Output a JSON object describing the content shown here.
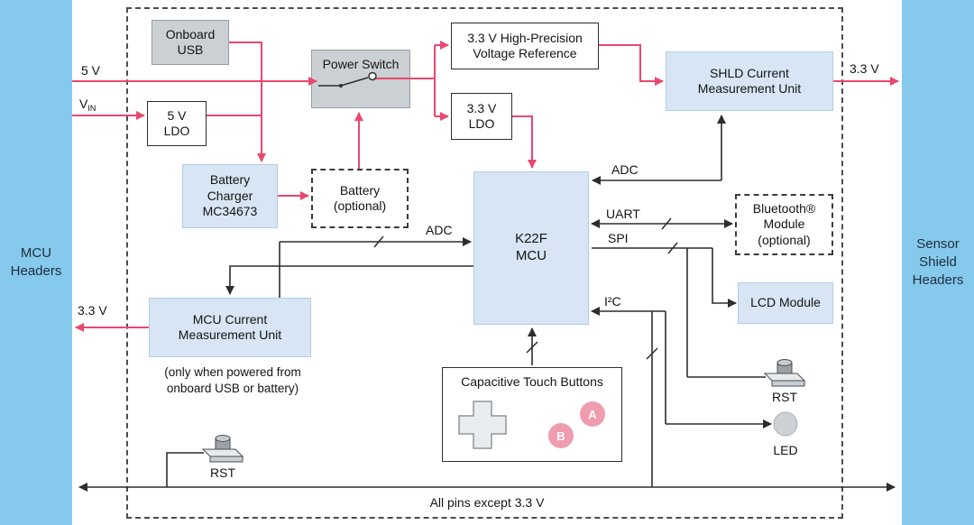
{
  "colors": {
    "accent_pink": "#E8486F",
    "header_blue": "#85C9ED",
    "block_blue": "#D7E5F4",
    "block_gray": "#CBD0D4",
    "button_pink": "#F09CB0"
  },
  "headers": {
    "left": "MCU\nHeaders",
    "right": "Sensor\nShield\nHeaders"
  },
  "blocks": {
    "onboard_usb": "Onboard\nUSB",
    "power_switch": "Power Switch",
    "ldo_5v": "5 V\nLDO",
    "vref": "3.3 V High-Precision\nVoltage Reference",
    "ldo_3v3": "3.3 V\nLDO",
    "shld_cmu": "SHLD Current\nMeasurement Unit",
    "battery_charger": "Battery\nCharger\nMC34673",
    "battery": "Battery\n(optional)",
    "mcu": "K22F\nMCU",
    "bluetooth": "Bluetooth®\nModule\n(optional)",
    "lcd": "LCD Module",
    "mcu_cmu": "MCU Current\nMeasurement Unit",
    "mcu_cmu_note": "(only when powered from\nonboard USB or battery)",
    "cap_touch": "Capacitive Touch Buttons",
    "touch_a": "A",
    "touch_b": "B"
  },
  "wire_labels": {
    "v5": "5 V",
    "vin_base": "V",
    "vin_sub": "IN",
    "v33_out": "3.3 V",
    "v33_mcu": "3.3 V",
    "adc_shld": "ADC",
    "adc_mcu": "ADC",
    "uart": "UART",
    "spi": "SPI",
    "i2c": "I²C",
    "rst_left": "RST",
    "rst_right": "RST",
    "led": "LED",
    "bottom_bus": "All pins except 3.3 V"
  }
}
